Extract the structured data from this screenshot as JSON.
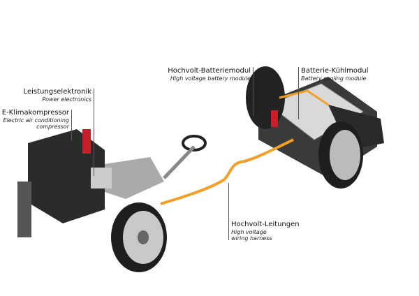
{
  "labels": {
    "power_electronics": {
      "de": "Leistungselektronik",
      "en": "Power electronics"
    },
    "ac_compressor": {
      "de": "E-Klimakompressor",
      "en1": "Electric air conditioning",
      "en2": "compressor"
    },
    "battery_module": {
      "de": "Hochvolt-Batteriemodul",
      "en": "High voltage battery module"
    },
    "battery_cooling": {
      "de": "Batterie-Kühlmodul",
      "en": "Battery cooling module"
    },
    "wiring": {
      "de": "Hochvolt-Leitungen",
      "en1": "High voltage",
      "en2": "wiring harness"
    }
  },
  "colors": {
    "cable": "#f2a02a",
    "spring": "#c8202a",
    "body": "#2b2b2b",
    "battery": "#dcdcdc"
  }
}
